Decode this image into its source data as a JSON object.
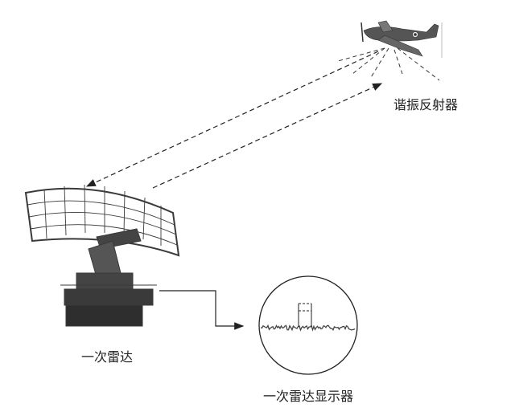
{
  "labels": {
    "reflector": "谐振反射器",
    "primary_radar": "一次雷达",
    "radar_display": "一次雷达显示器"
  },
  "colors": {
    "line": "#222222",
    "dish": "#3a3a3a"
  }
}
